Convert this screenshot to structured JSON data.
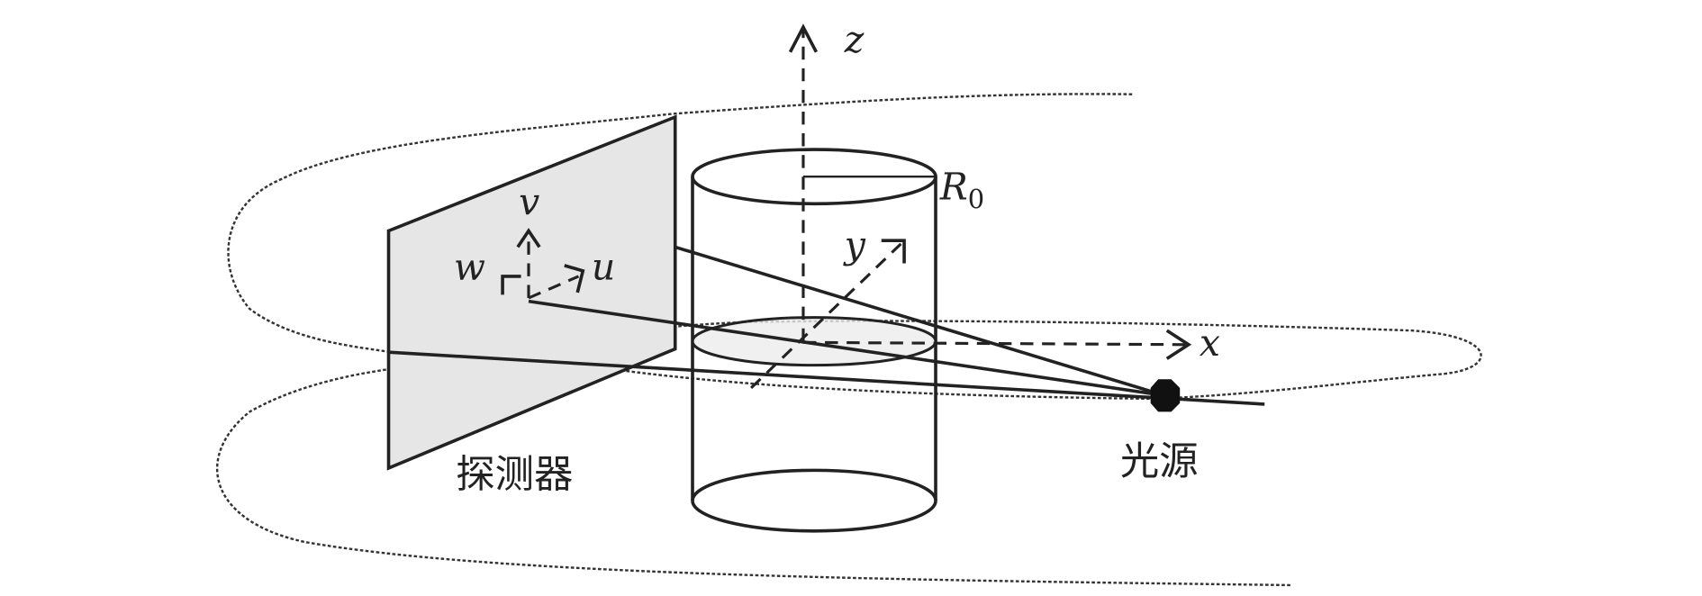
{
  "labels": {
    "z_axis": "z",
    "x_axis": "x",
    "y_axis": "y",
    "radius": "R",
    "radius_sub": "0",
    "u_axis": "u",
    "v_axis": "v",
    "w_axis": "w",
    "detector": "探测器",
    "light_source": "光源"
  },
  "colors": {
    "line": "#222222",
    "detector_fill": "#e6e6e6",
    "slice_fill": "#ececec"
  }
}
